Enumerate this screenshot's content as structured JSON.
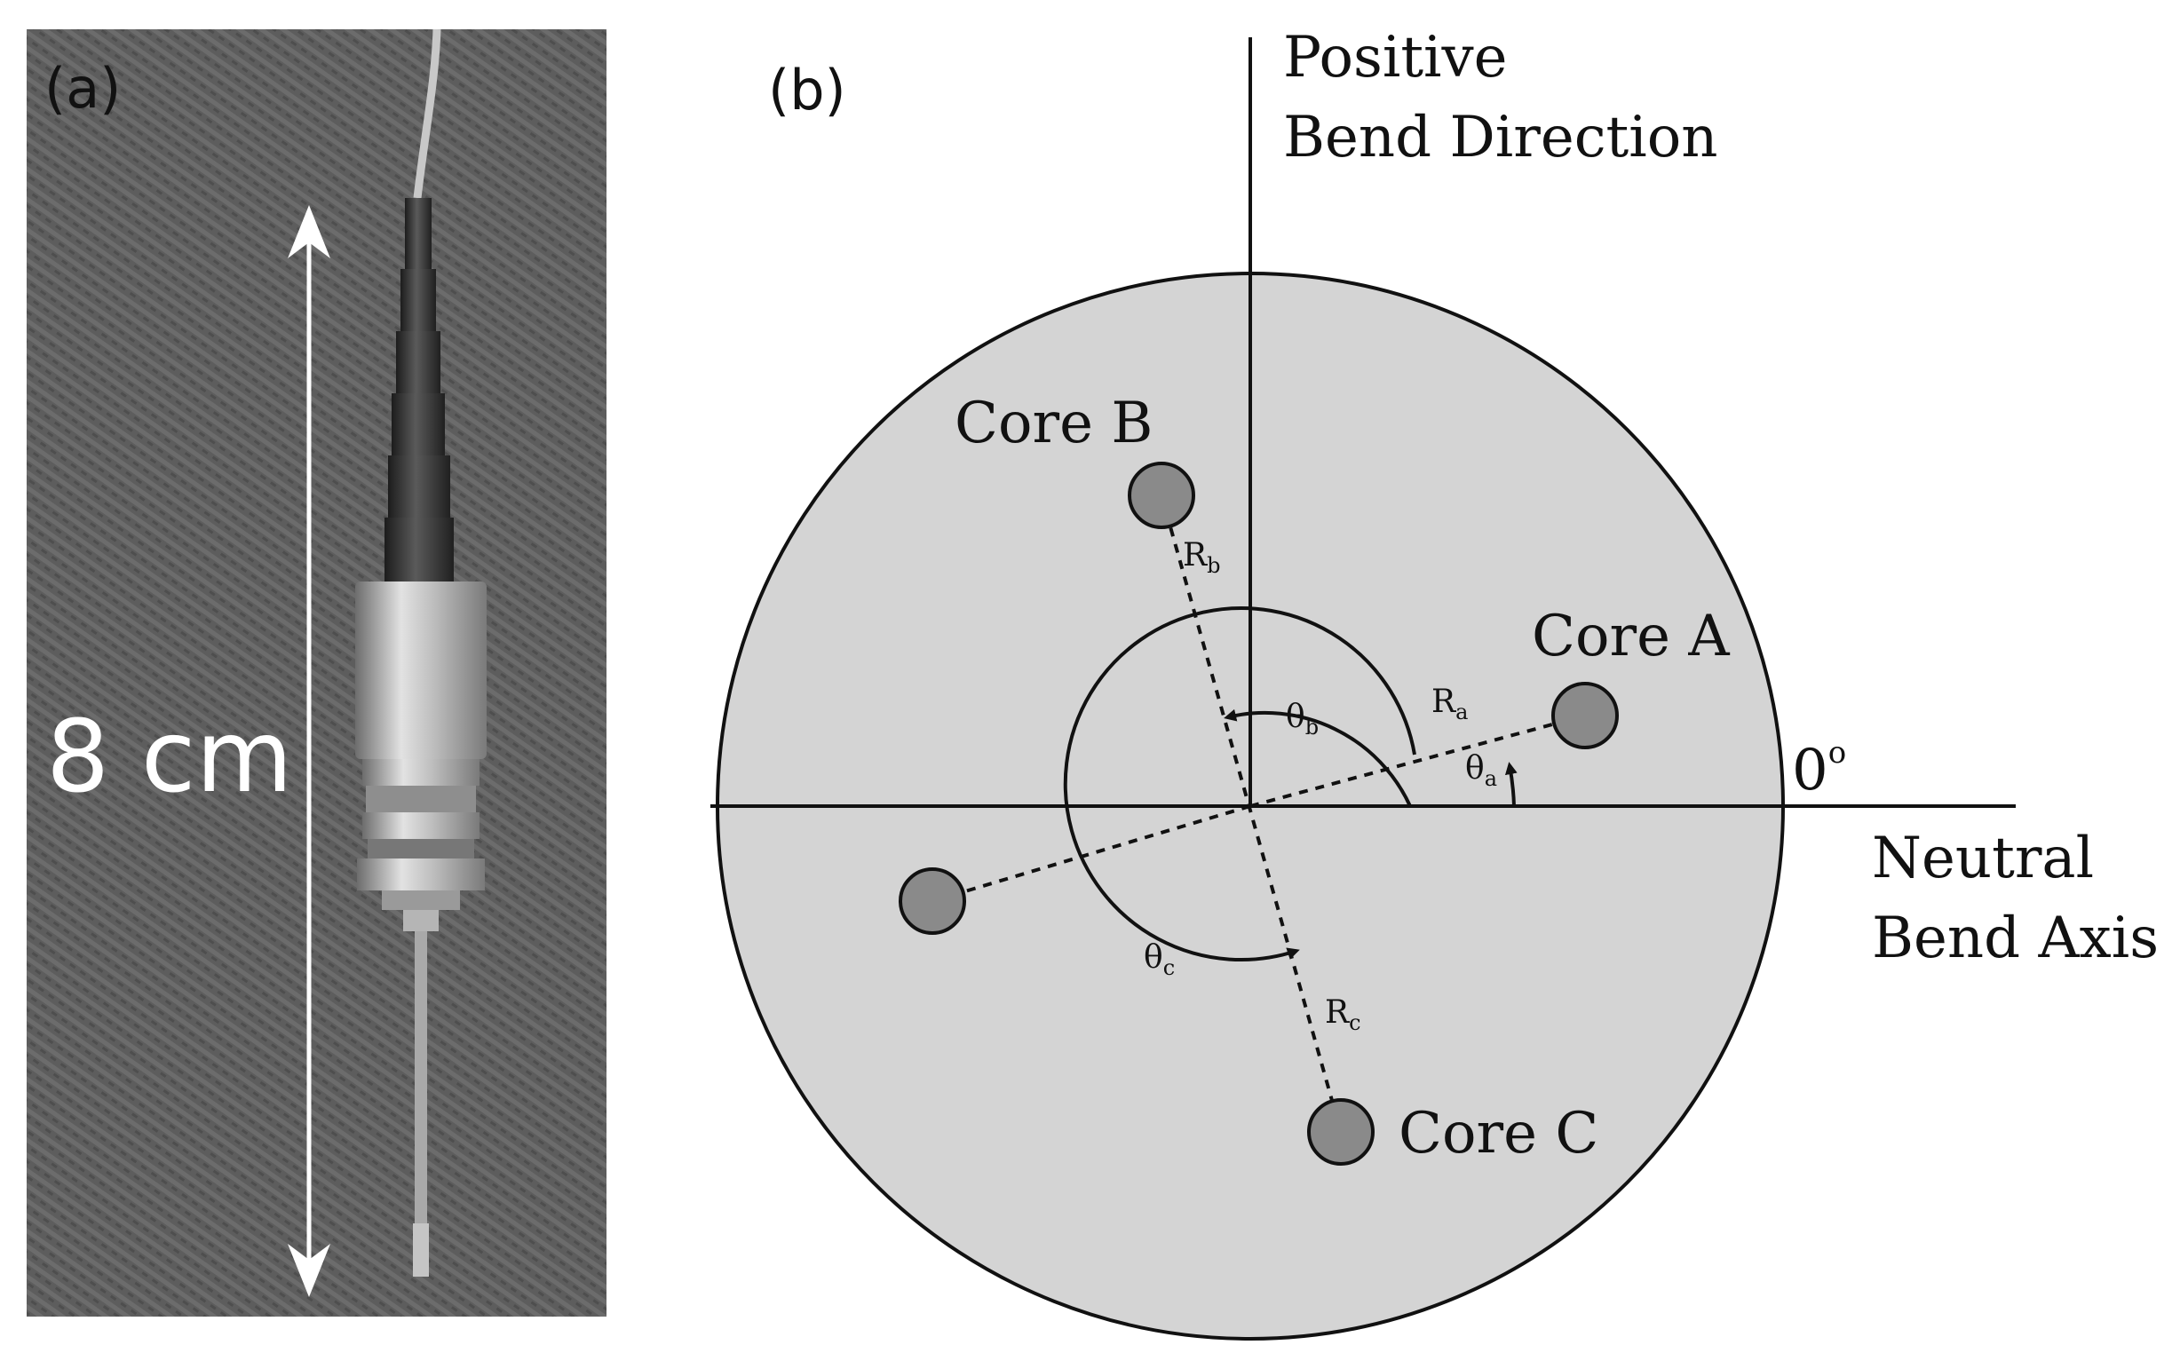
{
  "panel_a": {
    "label": "(a)",
    "length_label": "8 cm"
  },
  "panel_b": {
    "label": "(b)",
    "positive_axis_label_line1": "Positive",
    "positive_axis_label_line2": "Bend Direction",
    "neutral_axis_label_line1": "Neutral",
    "neutral_axis_label_line2": "Bend Axis",
    "zero_angle": "0",
    "zero_angle_unit": "o",
    "cores": [
      {
        "label": "Core A",
        "radius_symbol": "R",
        "radius_sub": "a",
        "angle_symbol": "θ",
        "angle_sub": "a"
      },
      {
        "label": "Core B",
        "radius_symbol": "R",
        "radius_sub": "b",
        "angle_symbol": "θ",
        "angle_sub": "b"
      },
      {
        "label": "Core C",
        "radius_symbol": "R",
        "radius_sub": "c",
        "angle_symbol": "θ",
        "angle_sub": "c"
      }
    ]
  },
  "colors": {
    "fabric": "#5d5d5d",
    "fiber_disk": "#d4d4d4",
    "core_fill": "#8a8a8a",
    "line": "#111111"
  }
}
